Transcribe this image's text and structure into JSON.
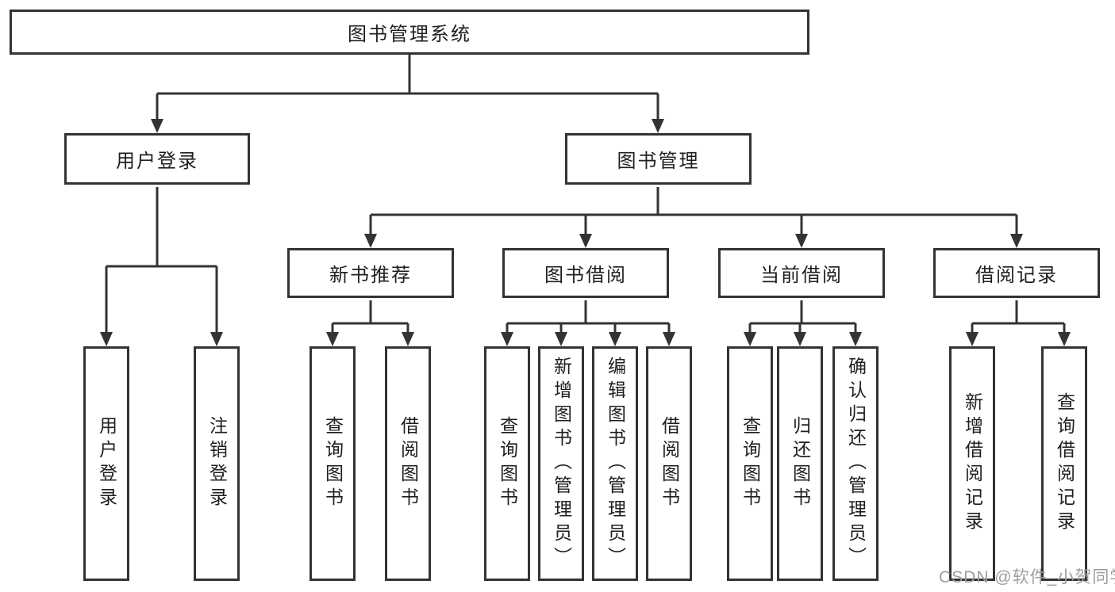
{
  "diagram_title": "图书管理系统",
  "tree": {
    "root": {
      "label": "图书管理系统",
      "children": [
        {
          "label": "用户登录",
          "children": [
            {
              "label": "用户登录"
            },
            {
              "label": "注销登录"
            }
          ]
        },
        {
          "label": "图书管理",
          "children": [
            {
              "label": "新书推荐",
              "children": [
                {
                  "label": "查询图书"
                },
                {
                  "label": "借阅图书"
                }
              ]
            },
            {
              "label": "图书借阅",
              "children": [
                {
                  "label": "查询图书"
                },
                {
                  "label": "新增图书（管理员）"
                },
                {
                  "label": "编辑图书（管理员）"
                },
                {
                  "label": "借阅图书"
                }
              ]
            },
            {
              "label": "当前借阅",
              "children": [
                {
                  "label": "查询图书"
                },
                {
                  "label": "归还图书"
                },
                {
                  "label": "确认归还（管理员）"
                }
              ]
            },
            {
              "label": "借阅记录",
              "children": [
                {
                  "label": "新增借阅记录"
                },
                {
                  "label": "查询借阅记录"
                }
              ]
            }
          ]
        }
      ]
    }
  },
  "watermark": {
    "text": "CSDN @软件_小贺同学"
  },
  "colors": {
    "background": "#ffffff",
    "line": "#333333",
    "box_border": "#333333",
    "text": "#1f1f1f",
    "watermark": "#9e9e9e"
  }
}
